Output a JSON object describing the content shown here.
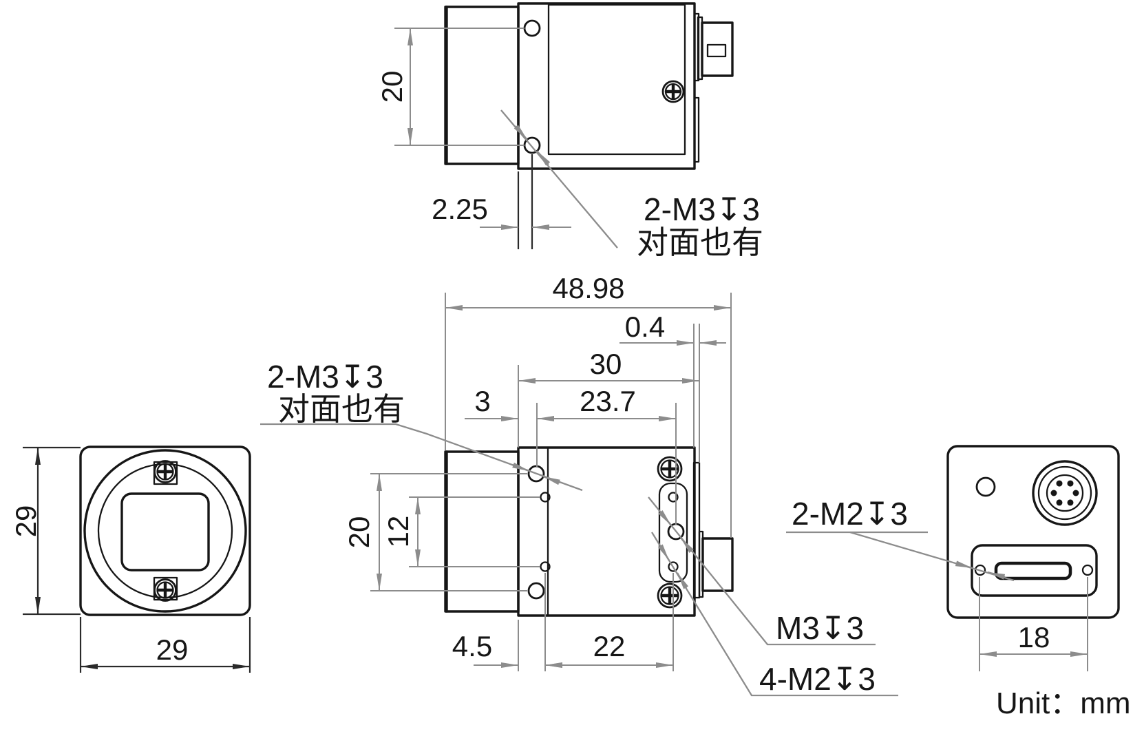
{
  "drawing": {
    "unit_note": "Unit：mm",
    "top_view": {
      "dim_height": "20",
      "dim_hole_offset": "2.25",
      "note_line1": "2-M3↧3",
      "note_line2": "对面也有"
    },
    "front_view": {
      "dim_height": "29",
      "dim_width": "29"
    },
    "side_view": {
      "dim_total_length": "48.98",
      "dim_plate_thickness": "0.4",
      "dim_body_depth": "30",
      "dim_hole_front_offset": "3",
      "dim_hole_span": "23.7",
      "dim_m3_vertical_span": "20",
      "dim_m2_vertical_span": "12",
      "dim_bottom_front_offset": "4.5",
      "dim_bottom_hole_span": "22",
      "note_line1": "2-M3↧3",
      "note_line2": "对面也有",
      "label_m3": "M3↧3",
      "label_m2": "4-M2↧3"
    },
    "back_view": {
      "label_m2": "2-M2↧3",
      "dim_hole_span": "18"
    }
  }
}
